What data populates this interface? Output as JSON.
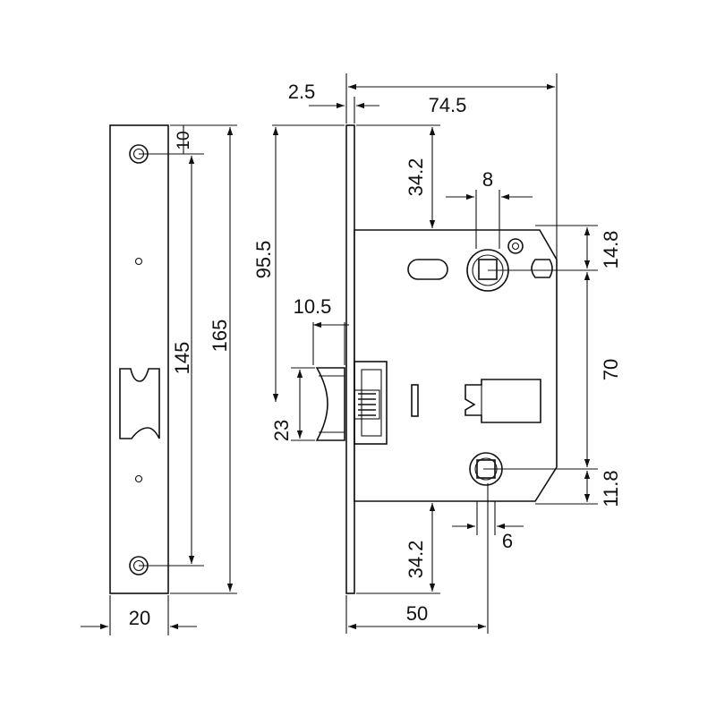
{
  "dimensions": {
    "faceplate_thickness": "2.5",
    "overall_depth": "74.5",
    "top_edge_to_box": "34.2",
    "follower_width": "8",
    "faceplate_screw_offset": "10",
    "screw_centers": "145",
    "faceplate_height": "165",
    "latch_height_position": "95.5",
    "latch_projection": "10.5",
    "latch_height": "23",
    "top_key_offset": "14.8",
    "spindle_to_key": "70",
    "bottom_key_offset": "11.8",
    "bottom_cam_width": "6",
    "bottom_edge_to_box": "34.2",
    "backset": "50",
    "faceplate_width": "20"
  }
}
